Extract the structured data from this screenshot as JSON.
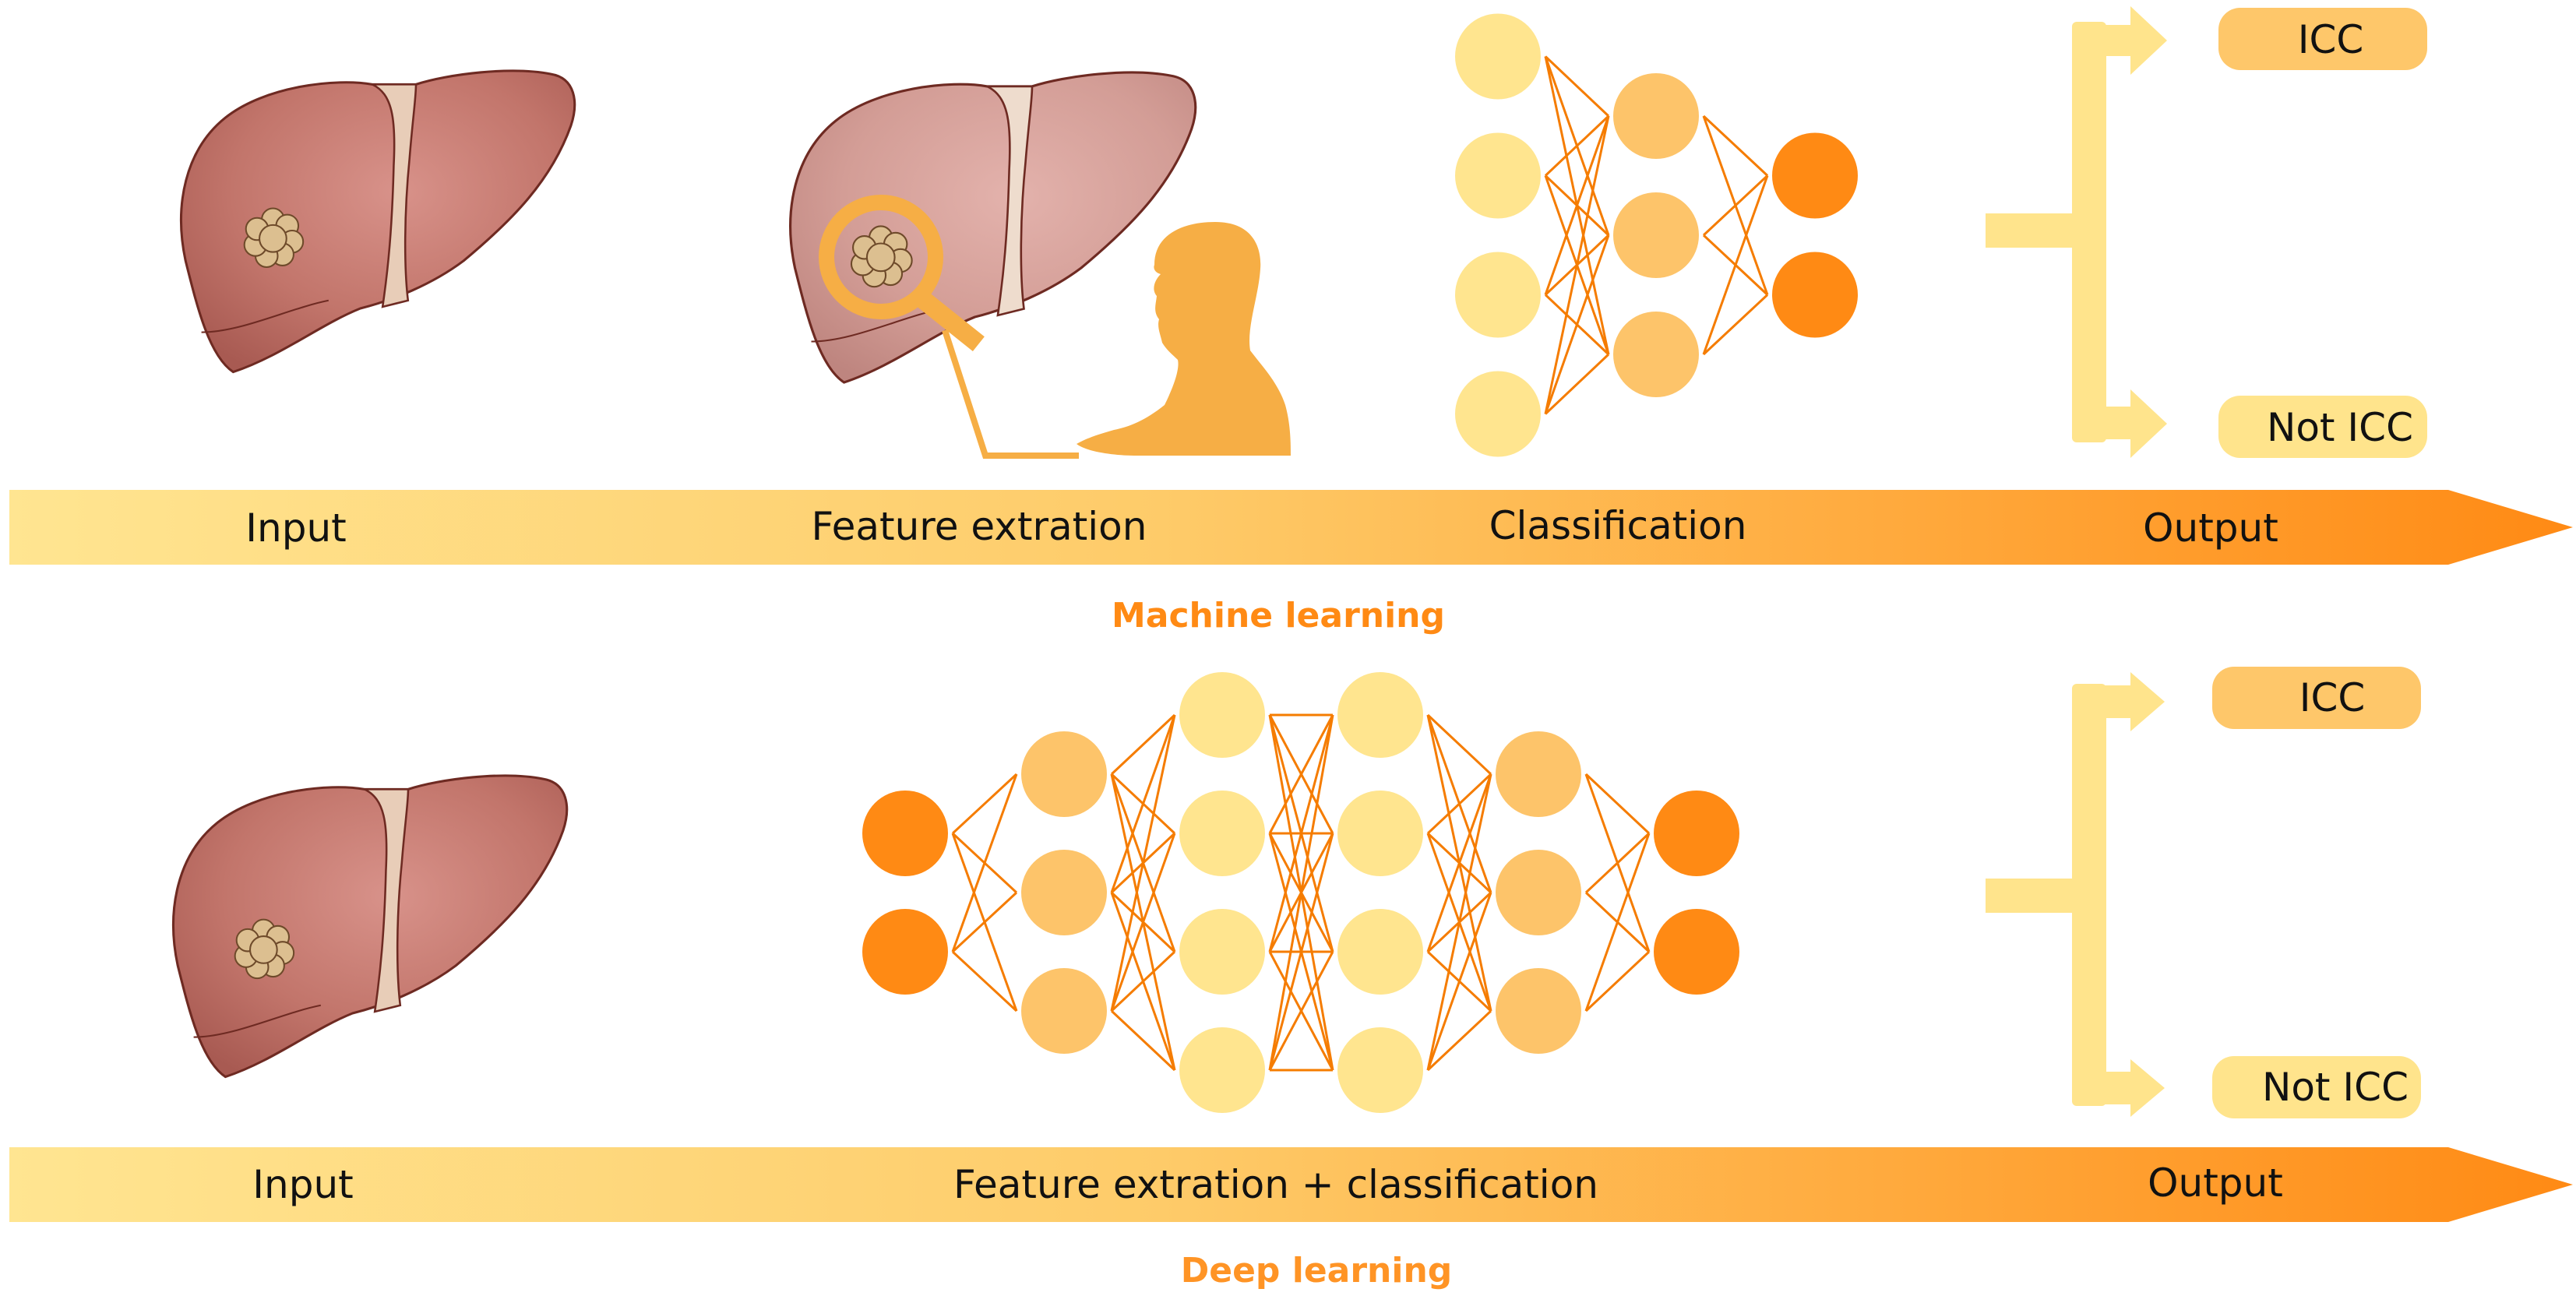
{
  "colors": {
    "node_light": "#FFE58F",
    "node_mid": "#FDC46A",
    "node_dark": "#FF8A14",
    "edge": "#F57C00",
    "band_start": "#FFE591",
    "band_end": "#FF8A14",
    "bracket": "#FFE48C",
    "icc_box": "#FEC76A",
    "not_icc_box": "#FFE48C",
    "magnifier": "#F6AE45",
    "person": "#F6AE45",
    "ml_title": "#FF8A14",
    "dl_title": "#FF9425"
  },
  "machine_learning": {
    "title": "Machine learning",
    "stages": [
      "Input",
      "Feature extration",
      "Classification",
      "Output"
    ],
    "network_layers": [
      4,
      3,
      2
    ],
    "outputs": {
      "positive": "ICC",
      "negative": "Not ICC"
    },
    "illustrations": [
      "liver-with-tumor",
      "liver-inspected-by-person-with-magnifier"
    ]
  },
  "deep_learning": {
    "title": "Deep learning",
    "stages": [
      "Input",
      "Feature extration + classification",
      "Output"
    ],
    "network_layers": [
      2,
      3,
      4,
      4,
      3,
      2
    ],
    "outputs": {
      "positive": "ICC",
      "negative": "Not ICC"
    },
    "illustrations": [
      "liver-with-tumor"
    ]
  }
}
